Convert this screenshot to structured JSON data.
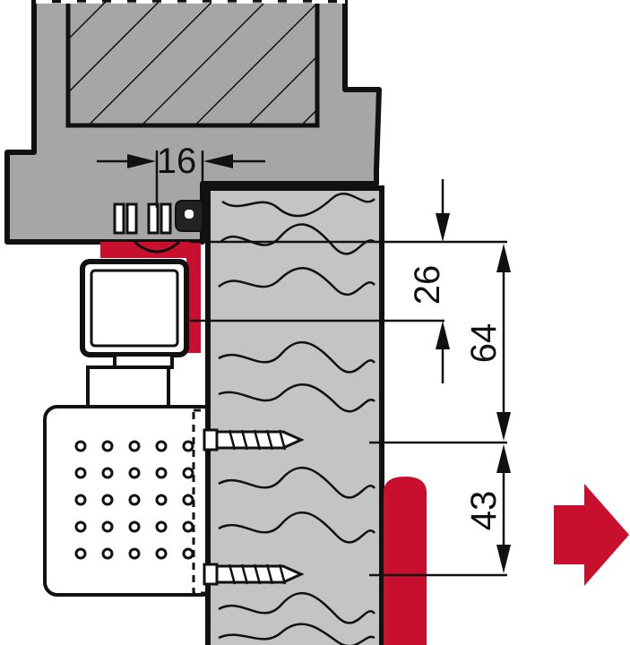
{
  "dimensions": {
    "top_width": "16",
    "first_offset": "26",
    "second_offset": "64",
    "screw_spacing": "43"
  },
  "colors": {
    "frame": "#a6a6a7",
    "wood": "#c4c4c6",
    "outline": "#111111",
    "accent": "#c8102e",
    "background": "#ffffff"
  },
  "icons": {
    "direction": "arrow-right-icon"
  }
}
